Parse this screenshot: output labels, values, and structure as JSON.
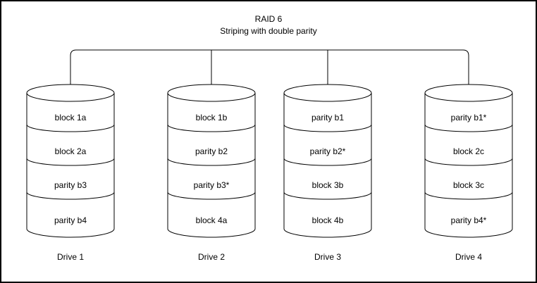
{
  "diagram": {
    "title": "RAID 6",
    "subtitle": "Striping with double parity"
  },
  "drives": [
    {
      "label": "Drive 1",
      "blocks": [
        "block 1a",
        "block 2a",
        "parity b3",
        "parity b4"
      ]
    },
    {
      "label": "Drive 2",
      "blocks": [
        "block 1b",
        "parity b2",
        "parity b3*",
        "block 4a"
      ]
    },
    {
      "label": "Drive 3",
      "blocks": [
        "parity b1",
        "parity b2*",
        "block 3b",
        "block 4b"
      ]
    },
    {
      "label": "Drive 4",
      "blocks": [
        "parity b1*",
        "block 2c",
        "block 3c",
        "parity b4*"
      ]
    }
  ],
  "colors": {
    "line": "#000000",
    "background": "#ffffff",
    "text": "#000000"
  }
}
